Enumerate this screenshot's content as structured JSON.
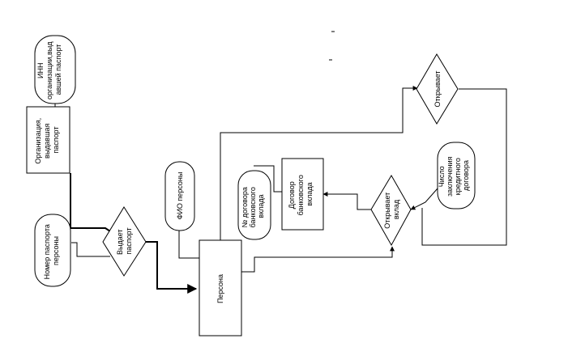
{
  "nodes": {
    "inn": {
      "lines": [
        "ИНН",
        "организации,выд",
        "авшей паспорт"
      ]
    },
    "org": {
      "lines": [
        "Организация,",
        "выдавшая",
        "паспорт"
      ]
    },
    "passport_number": {
      "lines": [
        "Номер паспорта",
        "персоны"
      ]
    },
    "issues_passport": {
      "lines": [
        "Выдает",
        "паспорт"
      ]
    },
    "fio": {
      "lines": [
        "ФИО персоны"
      ]
    },
    "person": {
      "lines": [
        "Персона"
      ]
    },
    "deposit_no": {
      "lines": [
        "№ договора",
        "банковского",
        "вклада"
      ]
    },
    "deposit_contract": {
      "lines": [
        "Договор",
        "банковского",
        "вклада"
      ]
    },
    "opens_deposit": {
      "lines": [
        "Открывает",
        "вклад"
      ]
    },
    "credit_count": {
      "lines": [
        "Число",
        "заключения",
        "кредитного",
        "договора"
      ]
    },
    "opens": {
      "lines": [
        "Открывает"
      ]
    }
  }
}
